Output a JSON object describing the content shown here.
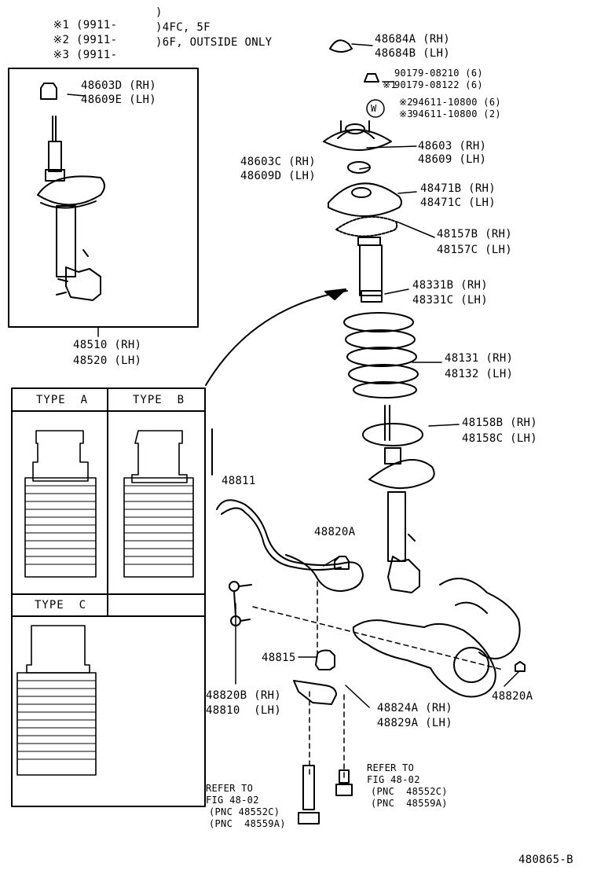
{
  "notes": [
    {
      "mark": "※1",
      "range": "(9911-",
      "close": ")",
      "desc": ""
    },
    {
      "mark": "※2",
      "range": "(9911-",
      "close": ")",
      "desc": "4FC, 5F"
    },
    {
      "mark": "※3",
      "range": "(9911-",
      "close": ")",
      "desc": "6F, OUTSIDE ONLY"
    }
  ],
  "parts": {
    "p48684": [
      "48684A (RH)",
      "48684B (LH)"
    ],
    "p90179": [
      "90179-08210 (6)",
      "90179-08122 (6)"
    ],
    "p90179_mark": "※1",
    "p94611": [
      "94611-10800 (6)",
      "94611-10800 (2)"
    ],
    "p94611_marks": [
      "※2",
      "※3"
    ],
    "p94611_symbol": "W",
    "p48603": [
      "48603 (RH)",
      "48609 (LH)"
    ],
    "p48603c": [
      "48603C (RH)",
      "48609D (LH)"
    ],
    "p48603d": [
      "48603D (RH)",
      "48609E (LH)"
    ],
    "p48471": [
      "48471B (RH)",
      "48471C (LH)"
    ],
    "p48157": [
      "48157B (RH)",
      "48157C (LH)"
    ],
    "p48331": [
      "48331B (RH)",
      "48331C (LH)"
    ],
    "p48131": [
      "48131 (RH)",
      "48132 (LH)"
    ],
    "p48158": [
      "48158B (RH)",
      "48158C (LH)"
    ],
    "p48510": [
      "48510 (RH)",
      "48520 (LH)"
    ],
    "p48811": "48811",
    "p48820a_top": "48820A",
    "p48820a_right": "48820A",
    "p48815": "48815",
    "p48820b": [
      "48820B (RH)",
      "48810  (LH)"
    ],
    "p48824": [
      "48824A (RH)",
      "48829A (LH)"
    ]
  },
  "types": {
    "a": "TYPE  A",
    "b": "TYPE  B",
    "c": "TYPE  C"
  },
  "refer_right": [
    "REFER TO",
    "FIG 48-02",
    "(PNC  48552C)",
    "(PNC  48559A)"
  ],
  "refer_left": [
    "REFER TO",
    "FIG 48-02",
    "(PNC 48552C)",
    "(PNC  48559A)"
  ],
  "figure_number": "480865-B"
}
